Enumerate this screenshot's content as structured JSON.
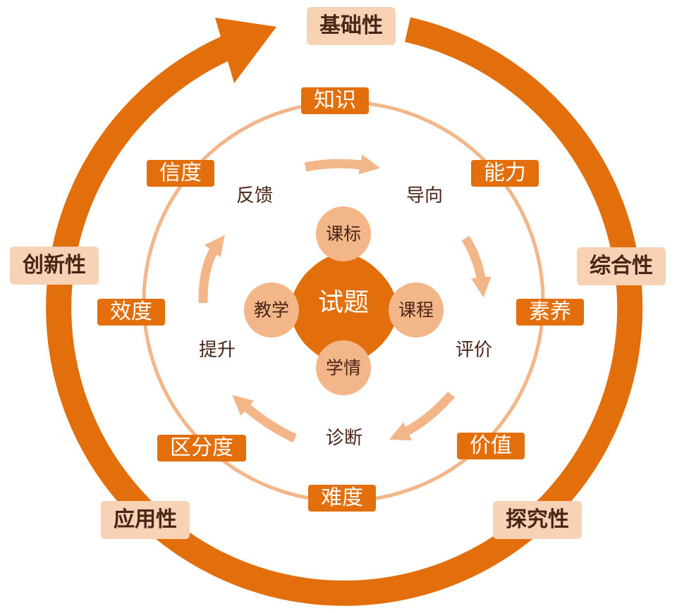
{
  "colors": {
    "dark_orange": "#e36f0c",
    "light_orange": "#f3b688",
    "pale_orange": "#f8d2b4",
    "dark_text": "#4a2417"
  },
  "outer_labels": {
    "basic": "基础性",
    "comprehensive": "综合性",
    "inquiry": "探究性",
    "application": "应用性",
    "innovation": "创新性"
  },
  "middle_labels": {
    "knowledge": "知识",
    "ability": "能力",
    "literacy": "素养",
    "value": "价值",
    "difficulty": "难度",
    "discrimination": "区分度",
    "validity": "效度",
    "reliability": "信度"
  },
  "inner_labels": {
    "guide": "导向",
    "evaluate": "评价",
    "diagnose": "诊断",
    "improve": "提升",
    "feedback": "反馈"
  },
  "core": {
    "center": "试题",
    "top": "课标",
    "right": "课程",
    "bottom": "学情",
    "left": "教学"
  }
}
